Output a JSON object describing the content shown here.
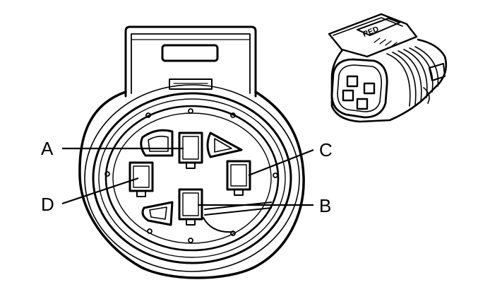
{
  "diagram": {
    "pin_labels": {
      "a": "A",
      "b": "B",
      "c": "C",
      "d": "D"
    },
    "connector_tag": "RED"
  }
}
